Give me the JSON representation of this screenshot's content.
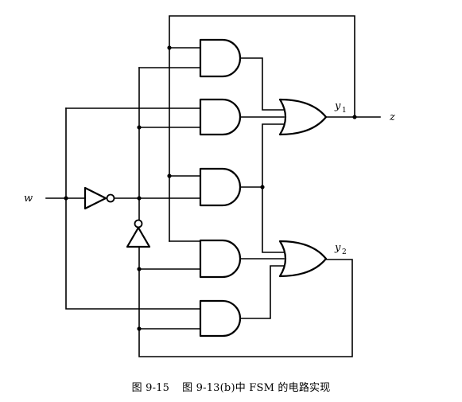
{
  "labels": {
    "input_w": "w",
    "y1_name": "y",
    "y1_sub": "1",
    "y2_name": "y",
    "y2_sub": "2",
    "output_z": "z"
  },
  "caption": {
    "figure_number": "图 9-15",
    "text": "图 9-13(b)中 FSM 的电路实现"
  },
  "gates": [
    "AND",
    "AND",
    "AND",
    "AND",
    "AND",
    "OR",
    "OR",
    "NOT",
    "NOT"
  ]
}
